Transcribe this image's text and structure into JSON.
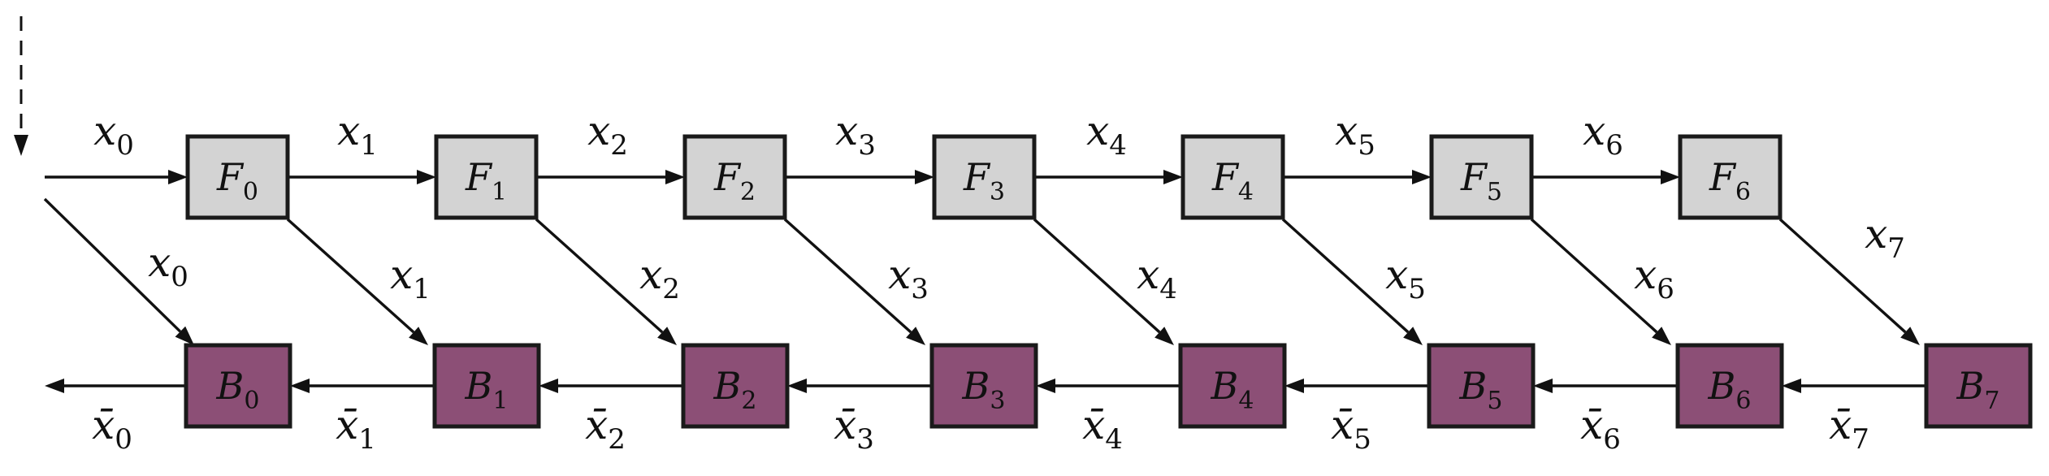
{
  "forward_nodes": [
    {
      "letter": "F",
      "index": "0"
    },
    {
      "letter": "F",
      "index": "1"
    },
    {
      "letter": "F",
      "index": "2"
    },
    {
      "letter": "F",
      "index": "3"
    },
    {
      "letter": "F",
      "index": "4"
    },
    {
      "letter": "F",
      "index": "5"
    },
    {
      "letter": "F",
      "index": "6"
    }
  ],
  "backward_nodes": [
    {
      "letter": "B",
      "index": "0"
    },
    {
      "letter": "B",
      "index": "1"
    },
    {
      "letter": "B",
      "index": "2"
    },
    {
      "letter": "B",
      "index": "3"
    },
    {
      "letter": "B",
      "index": "4"
    },
    {
      "letter": "B",
      "index": "5"
    },
    {
      "letter": "B",
      "index": "6"
    },
    {
      "letter": "B",
      "index": "7"
    }
  ],
  "forward_edge_labels": [
    {
      "letter": "x",
      "index": "0"
    },
    {
      "letter": "x",
      "index": "1"
    },
    {
      "letter": "x",
      "index": "2"
    },
    {
      "letter": "x",
      "index": "3"
    },
    {
      "letter": "x",
      "index": "4"
    },
    {
      "letter": "x",
      "index": "5"
    },
    {
      "letter": "x",
      "index": "6"
    }
  ],
  "diagonal_edge_labels": [
    {
      "letter": "x",
      "index": "0"
    },
    {
      "letter": "x",
      "index": "1"
    },
    {
      "letter": "x",
      "index": "2"
    },
    {
      "letter": "x",
      "index": "3"
    },
    {
      "letter": "x",
      "index": "4"
    },
    {
      "letter": "x",
      "index": "5"
    },
    {
      "letter": "x",
      "index": "6"
    },
    {
      "letter": "x",
      "index": "7"
    }
  ],
  "backward_edge_labels": [
    {
      "letter": "x̄",
      "index": "0"
    },
    {
      "letter": "x̄",
      "index": "1"
    },
    {
      "letter": "x̄",
      "index": "2"
    },
    {
      "letter": "x̄",
      "index": "3"
    },
    {
      "letter": "x̄",
      "index": "4"
    },
    {
      "letter": "x̄",
      "index": "5"
    },
    {
      "letter": "x̄",
      "index": "6"
    },
    {
      "letter": "x̄",
      "index": "7"
    }
  ],
  "colors": {
    "forward_fill": "#d3d3d3",
    "backward_fill": "#8c4f76",
    "stroke": "#1a1a1a"
  }
}
